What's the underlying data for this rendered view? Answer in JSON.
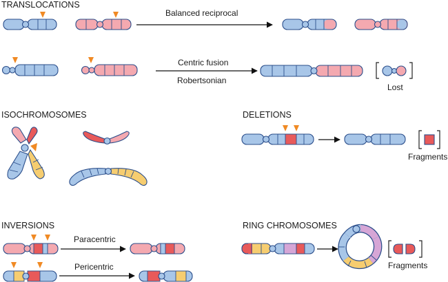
{
  "headings": {
    "translocations": "TRANSLOCATIONS",
    "isochromosomes": "ISOCHROMOSOMES",
    "deletions": "DELETIONS",
    "inversions": "INVERSIONS",
    "ring": "RING CHROMOSOMES"
  },
  "labels": {
    "balanced": "Balanced reciprocal",
    "centric": "Centric fusion",
    "robertsonian": "Robertsonian",
    "lost": "Lost",
    "fragments_del": "Fragments",
    "paracentric": "Paracentric",
    "pericentric": "Pericentric",
    "fragments_ring": "Fragments"
  },
  "colors": {
    "blue": "#a8c6e8",
    "pink": "#f4a9b0",
    "red": "#e85a5a",
    "yellow": "#f6cd70",
    "purple": "#d6a6d6",
    "outline": "#2a4d8a",
    "marker": "#f08a24"
  }
}
